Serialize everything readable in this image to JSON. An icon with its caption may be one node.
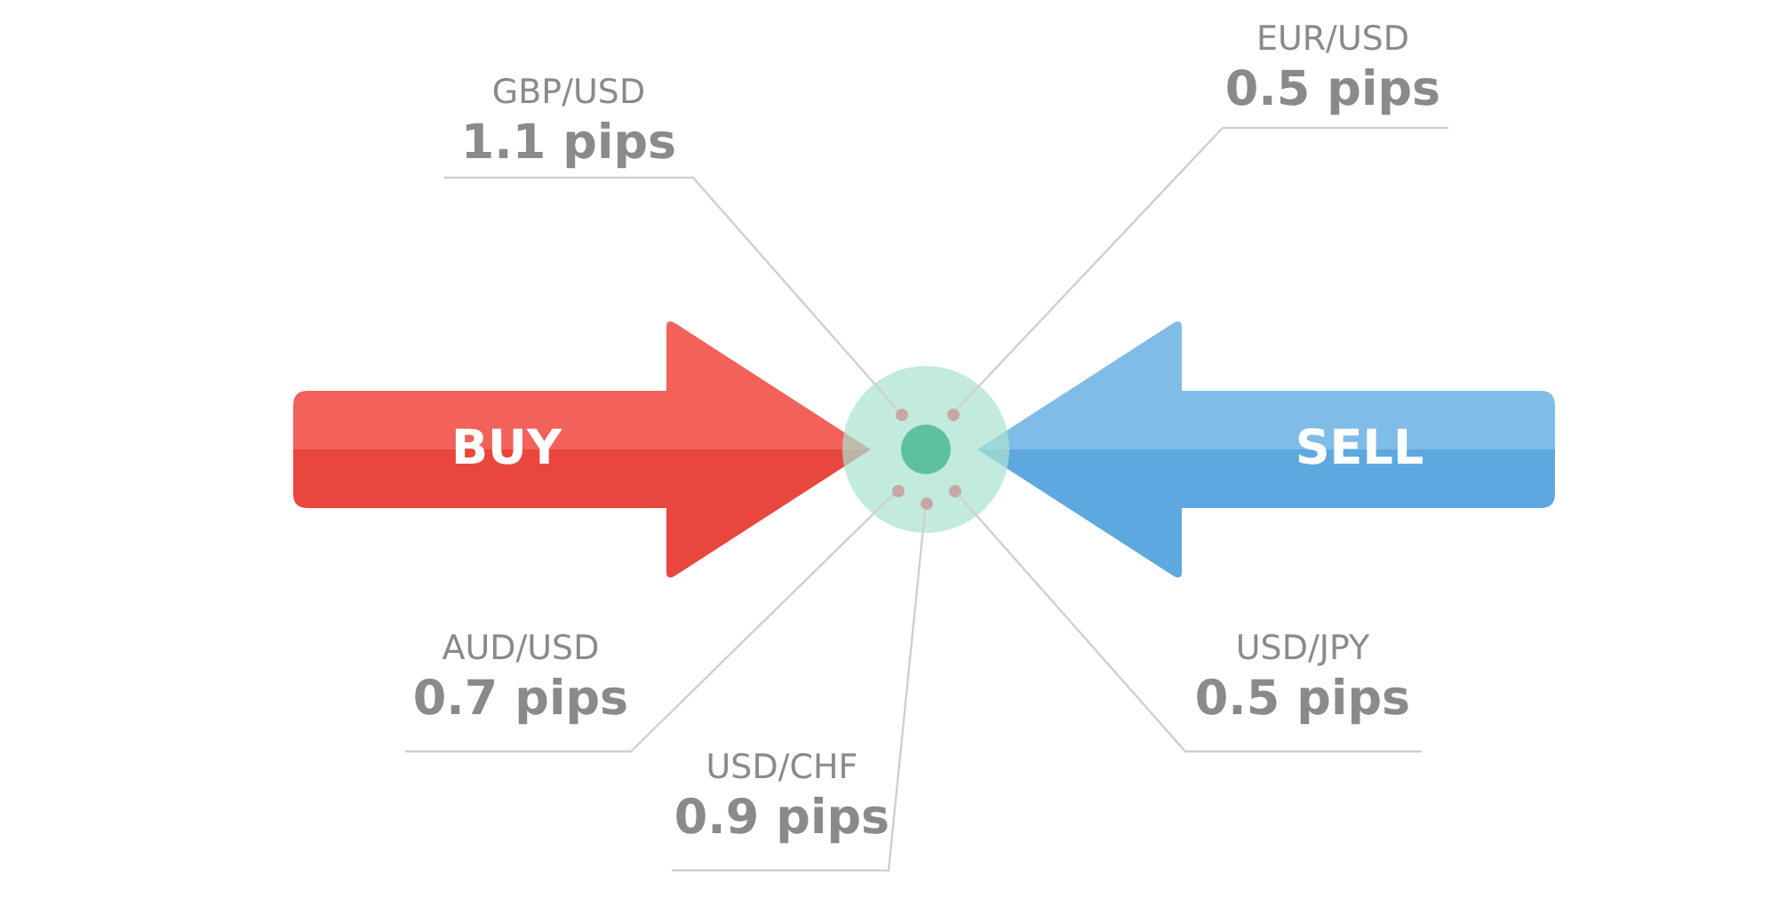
{
  "diagram": {
    "nodes": [
      {
        "text": [
          "GBP/USD",
          "1.1 pips"
        ]
      },
      {
        "text": [
          "EUR/USD",
          "0.5 pips"
        ]
      },
      {
        "text": [
          "BUY"
        ]
      },
      {
        "text": [],
        "shape": "circle"
      },
      {
        "text": [],
        "shape": "circle",
        "in": 3
      },
      {
        "text": [],
        "shape": "circle",
        "in": 3
      },
      {
        "text": [],
        "shape": "circle",
        "in": 3
      },
      {
        "text": [],
        "shape": "circle",
        "in": 3
      },
      {
        "text": [],
        "shape": "circle",
        "in": 3
      },
      {
        "text": [
          "SELL"
        ]
      },
      {
        "text": [
          "AUD/USD",
          "0.7 pips"
        ]
      },
      {
        "text": [
          "USD/JPY",
          "0.5 pips"
        ]
      },
      {
        "text": [
          "USD/CHF",
          "0.9 pips"
        ]
      }
    ],
    "edges": [
      {
        "from": 0,
        "to": 4,
        "arrow": "none"
      },
      {
        "from": 1,
        "to": 5,
        "arrow": "none"
      },
      {
        "from": 10,
        "to": 6,
        "arrow": "none"
      },
      {
        "from": 12,
        "to": 7,
        "arrow": "none"
      },
      {
        "from": 11,
        "to": 8,
        "arrow": "none"
      }
    ]
  }
}
